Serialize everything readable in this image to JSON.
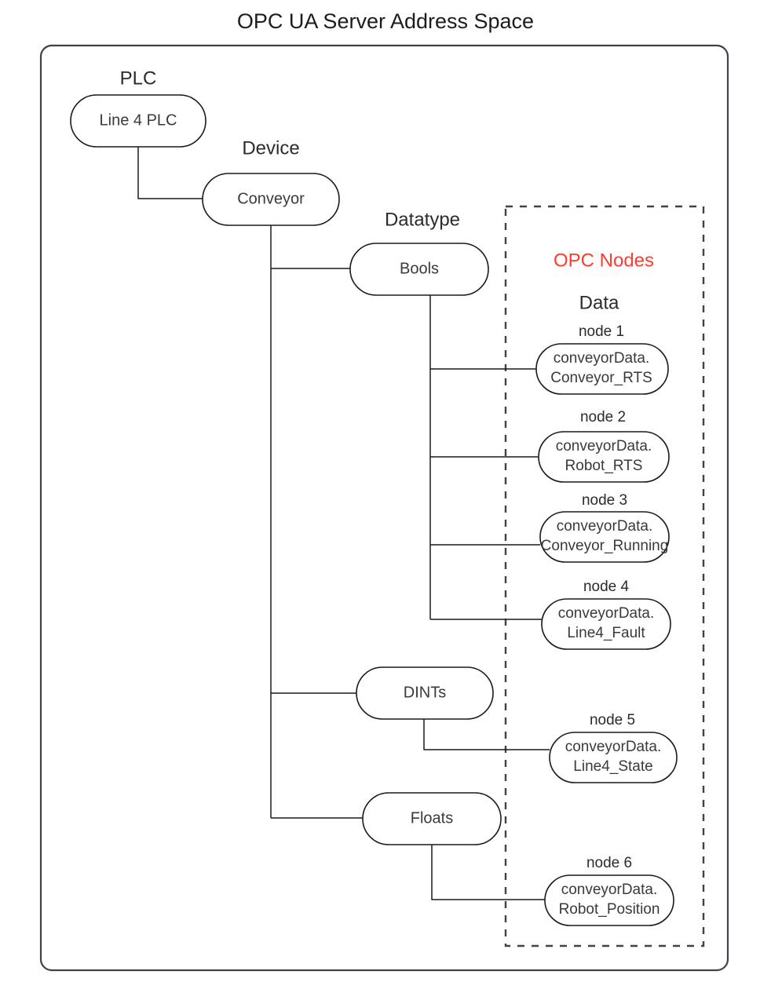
{
  "title": "OPC UA Server Address Space",
  "frames": {
    "outer": {
      "name": "address-space-frame"
    },
    "opc_nodes": {
      "heading": "OPC Nodes",
      "subheading": "Data",
      "accent_color": "#ff3b30"
    }
  },
  "group_labels": {
    "plc": "PLC",
    "device": "Device",
    "datatype": "Datatype"
  },
  "nodes": {
    "plc": {
      "label": "Line 4 PLC"
    },
    "device": {
      "label": "Conveyor"
    },
    "bools": {
      "label": "Bools"
    },
    "dints": {
      "label": "DINTs"
    },
    "floats": {
      "label": "Floats"
    }
  },
  "opc_nodes": [
    {
      "caption": "node 1",
      "line1": "conveyorData.",
      "line2": "Conveyor_RTS",
      "parent": "Bools"
    },
    {
      "caption": "node 2",
      "line1": "conveyorData.",
      "line2": "Robot_RTS",
      "parent": "Bools"
    },
    {
      "caption": "node 3",
      "line1": "conveyorData.",
      "line2": "Conveyor_Running",
      "parent": "Bools"
    },
    {
      "caption": "node 4",
      "line1": "conveyorData.",
      "line2": "Line4_Fault",
      "parent": "Bools"
    },
    {
      "caption": "node 5",
      "line1": "conveyorData.",
      "line2": "Line4_State",
      "parent": "DINTs"
    },
    {
      "caption": "node 6",
      "line1": "conveyorData.",
      "line2": "Robot_Position",
      "parent": "Floats"
    }
  ],
  "colors": {
    "stroke": "#1a1a1a",
    "frame": "#3d424b",
    "text": "#2b2b2b",
    "accent": "#ff3b30",
    "background": "#ffffff"
  }
}
